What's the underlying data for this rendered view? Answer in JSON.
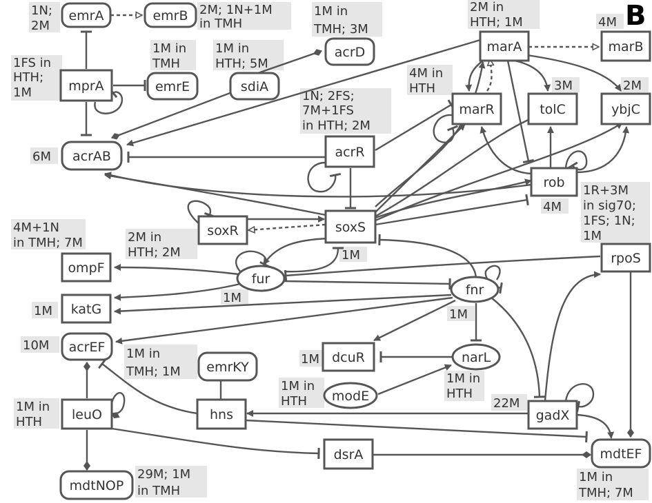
{
  "panel_label": "B",
  "colors": {
    "line": "#555555",
    "text": "#333333",
    "annotation_bg": "#e6e6e6",
    "node_fill": "#ffffff"
  },
  "genes": {
    "emrA": "emrA",
    "emrB": "emrB",
    "mprA": "mprA",
    "emrE": "emrE",
    "sdiA": "sdiA",
    "acrD": "acrD",
    "marA": "marA",
    "marB": "marB",
    "marR": "marR",
    "tolC": "tolC",
    "ybjC": "ybjC",
    "acrAB": "acrAB",
    "acrR": "acrR",
    "rob": "rob",
    "soxR": "soxR",
    "soxS": "soxS",
    "ompF": "ompF",
    "fur": "fur",
    "fnr": "fnr",
    "rpoS": "rpoS",
    "katG": "katG",
    "acrEF": "acrEF",
    "emrKY": "emrKY",
    "dcuR": "dcuR",
    "narL": "narL",
    "modE": "modE",
    "leuO": "leuO",
    "hns": "hns",
    "gadX": "gadX",
    "dsrA": "dsrA",
    "mdtEF": "mdtEF",
    "mdtNOP": "mdtNOP"
  },
  "annotations": {
    "emrA": [
      "1N;",
      "2M"
    ],
    "emrB": [
      "2M; 1N+1M",
      "in TMH"
    ],
    "acrD": [
      "1M in",
      "TMH; 3M"
    ],
    "marA": [
      "2M in",
      "HTH; 1M"
    ],
    "marB": [
      "4M"
    ],
    "mprA": [
      "1FS in",
      "HTH;",
      "1M"
    ],
    "emrE": [
      "1M in",
      "TMH"
    ],
    "sdiA": [
      "1M in",
      "HTH; 5M"
    ],
    "marR": [
      "4M in",
      "HTH"
    ],
    "tolC": [
      "3M"
    ],
    "ybjC": [
      "2M"
    ],
    "acrR": [
      "1N; 2FS;",
      "7M+1FS",
      "in HTH; 2M"
    ],
    "acrAB": [
      "6M"
    ],
    "rob": [
      "4M"
    ],
    "rpoS": [
      "1R+3M",
      "in sig70;",
      "1FS; 1N;",
      "1M"
    ],
    "ompF": [
      "4M+1N",
      "in TMH; 7M"
    ],
    "soxR": [
      "2M in",
      "HTH; 2M"
    ],
    "soxS": [
      "1M"
    ],
    "fur": [
      "1M"
    ],
    "fnr": [
      "1M"
    ],
    "katG": [
      "1M"
    ],
    "acrEF": [
      "10M"
    ],
    "emrKY": [
      "1M in",
      "TMH; 1M"
    ],
    "dcuR": [
      "1M"
    ],
    "narL": [
      "1M in",
      "HTH"
    ],
    "modE": [
      "1M in",
      "HTH"
    ],
    "leuO": [
      "1M in",
      "HTH"
    ],
    "gadX": [
      "22M"
    ],
    "mdtEF": [
      "1M in",
      "TMH; 7M"
    ],
    "mdtNOP": [
      "29M; 1M",
      "in TMH"
    ]
  }
}
